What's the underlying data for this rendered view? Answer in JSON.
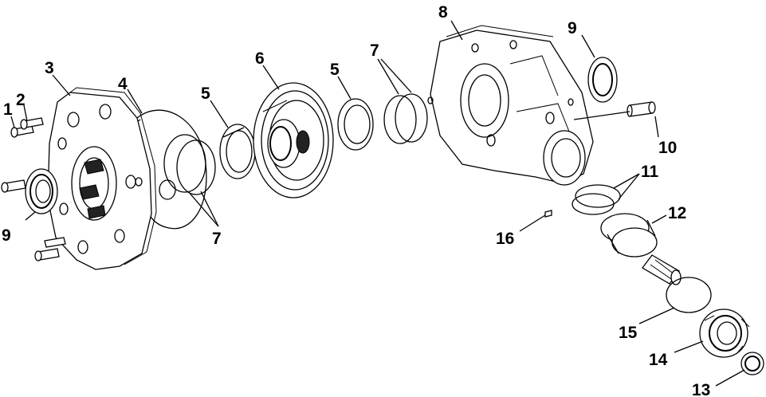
{
  "callouts": {
    "c1": "1",
    "c2": "2",
    "c3": "3",
    "c4": "4",
    "c5a": "5",
    "c5b": "5",
    "c6": "6",
    "c7a": "7",
    "c7b": "7",
    "c8": "8",
    "c9a": "9",
    "c9b": "9",
    "c10": "10",
    "c11": "11",
    "c12": "12",
    "c13": "13",
    "c14": "14",
    "c15": "15",
    "c16": "16"
  }
}
